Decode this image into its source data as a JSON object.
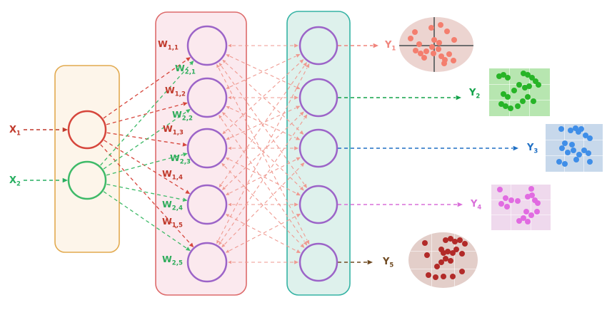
{
  "diagram": {
    "inputs": [
      {
        "base": "X",
        "sub": "1",
        "color": "#c0392b"
      },
      {
        "base": "X",
        "sub": "2",
        "color": "#27ae60"
      }
    ],
    "weights": [
      {
        "base": "W",
        "sub": "1,1",
        "color": "#c0392b"
      },
      {
        "base": "W",
        "sub": "2,1",
        "color": "#2eac5b"
      },
      {
        "base": "W",
        "sub": "1,2",
        "color": "#c0392b"
      },
      {
        "base": "W",
        "sub": "2,2",
        "color": "#2eac5b"
      },
      {
        "base": "W",
        "sub": "1,3",
        "color": "#c0392b"
      },
      {
        "base": "W",
        "sub": "2,3",
        "color": "#2eac5b"
      },
      {
        "base": "W",
        "sub": "1,4",
        "color": "#c0392b"
      },
      {
        "base": "W",
        "sub": "2,4",
        "color": "#2eac5b"
      },
      {
        "base": "W",
        "sub": "1,5",
        "color": "#c0392b"
      },
      {
        "base": "W",
        "sub": "2,5",
        "color": "#2eac5b"
      }
    ],
    "outputs": [
      {
        "base": "Y",
        "sub": "1",
        "color": "#f0847c"
      },
      {
        "base": "Y",
        "sub": "2",
        "color": "#12a249"
      },
      {
        "base": "Y",
        "sub": "3",
        "color": "#1f6fc4"
      },
      {
        "base": "Y",
        "sub": "4",
        "color": "#d96fd9"
      },
      {
        "base": "Y",
        "sub": "5",
        "color": "#6f4a21"
      }
    ],
    "colors": {
      "input_box_border": "#e2aa4f",
      "input_box_bg": "#fdf5ea",
      "hidden_box_border": "#dd6b6b",
      "hidden_box_bg": "#fbe9ee",
      "output_box_border": "#35b3a4",
      "output_box_bg": "#def1ec",
      "node_purple": "#9c64c8",
      "input_node_colors": [
        "#d6463c",
        "#3eba68"
      ],
      "mesh": "#ef9a91"
    }
  },
  "scatters": [
    {
      "name": "y1-scatter",
      "shape": "ellipse",
      "bg": "#ecd4d0",
      "dot_color": "#f47e6e",
      "grid": "cross",
      "cross_color": "#6e6e6e",
      "dots": [
        [
          21,
          27
        ],
        [
          15,
          39
        ],
        [
          27,
          49
        ],
        [
          43,
          19
        ],
        [
          56,
          14
        ],
        [
          64,
          26
        ],
        [
          47,
          41
        ],
        [
          54,
          47
        ],
        [
          44,
          55
        ],
        [
          74,
          41
        ],
        [
          22,
          61
        ],
        [
          29,
          66
        ],
        [
          37,
          62
        ],
        [
          46,
          66
        ],
        [
          53,
          59
        ],
        [
          57,
          71
        ],
        [
          62,
          78
        ],
        [
          67,
          67
        ],
        [
          73,
          79
        ],
        [
          61,
          84
        ],
        [
          34,
          74
        ]
      ]
    },
    {
      "name": "y2-scatter",
      "shape": "rect",
      "bg": "#b7e6b0",
      "dot_color": "#27b427",
      "grid": "white",
      "dots": [
        [
          16,
          16
        ],
        [
          24,
          13
        ],
        [
          31,
          19
        ],
        [
          56,
          11
        ],
        [
          63,
          14
        ],
        [
          70,
          20
        ],
        [
          76,
          27
        ],
        [
          81,
          34
        ],
        [
          66,
          37
        ],
        [
          59,
          41
        ],
        [
          49,
          34
        ],
        [
          41,
          46
        ],
        [
          24,
          54
        ],
        [
          31,
          59
        ],
        [
          20,
          74
        ],
        [
          27,
          79
        ],
        [
          35,
          84
        ],
        [
          47,
          79
        ],
        [
          64,
          59
        ],
        [
          73,
          69
        ],
        [
          55,
          68
        ]
      ]
    },
    {
      "name": "y3-scatter",
      "shape": "rect",
      "bg": "#c7d8eb",
      "dot_color": "#3f8ee8",
      "grid": "white",
      "dots": [
        [
          28,
          11
        ],
        [
          44,
          14
        ],
        [
          52,
          9
        ],
        [
          58,
          17
        ],
        [
          63,
          11
        ],
        [
          70,
          24
        ],
        [
          77,
          30
        ],
        [
          34,
          40
        ],
        [
          29,
          50
        ],
        [
          39,
          60
        ],
        [
          49,
          55
        ],
        [
          59,
          64
        ],
        [
          54,
          74
        ],
        [
          67,
          55
        ],
        [
          75,
          61
        ],
        [
          24,
          79
        ],
        [
          34,
          84
        ],
        [
          77,
          79
        ],
        [
          46,
          44
        ]
      ]
    },
    {
      "name": "y4-scatter",
      "shape": "rect",
      "bg": "#efd9ed",
      "dot_color": "#e16be1",
      "grid": "white",
      "dots": [
        [
          14,
          11
        ],
        [
          67,
          9
        ],
        [
          24,
          30
        ],
        [
          34,
          35
        ],
        [
          17,
          42
        ],
        [
          27,
          48
        ],
        [
          44,
          36
        ],
        [
          61,
          27
        ],
        [
          69,
          24
        ],
        [
          74,
          34
        ],
        [
          78,
          41
        ],
        [
          59,
          59
        ],
        [
          67,
          67
        ],
        [
          54,
          74
        ],
        [
          47,
          79
        ],
        [
          61,
          81
        ],
        [
          77,
          59
        ]
      ]
    },
    {
      "name": "y5-scatter",
      "shape": "ellipse",
      "bg": "#e3cec9",
      "dot_color": "#b22a28",
      "grid": "white",
      "dots": [
        [
          24,
          19
        ],
        [
          54,
          14
        ],
        [
          61,
          11
        ],
        [
          67,
          17
        ],
        [
          74,
          14
        ],
        [
          81,
          21
        ],
        [
          47,
          31
        ],
        [
          51,
          37
        ],
        [
          57,
          34
        ],
        [
          64,
          37
        ],
        [
          69,
          31
        ],
        [
          77,
          39
        ],
        [
          54,
          47
        ],
        [
          61,
          51
        ],
        [
          47,
          54
        ],
        [
          41,
          61
        ],
        [
          27,
          41
        ],
        [
          29,
          77
        ],
        [
          39,
          81
        ],
        [
          51,
          79
        ],
        [
          64,
          79
        ],
        [
          77,
          71
        ]
      ]
    }
  ]
}
